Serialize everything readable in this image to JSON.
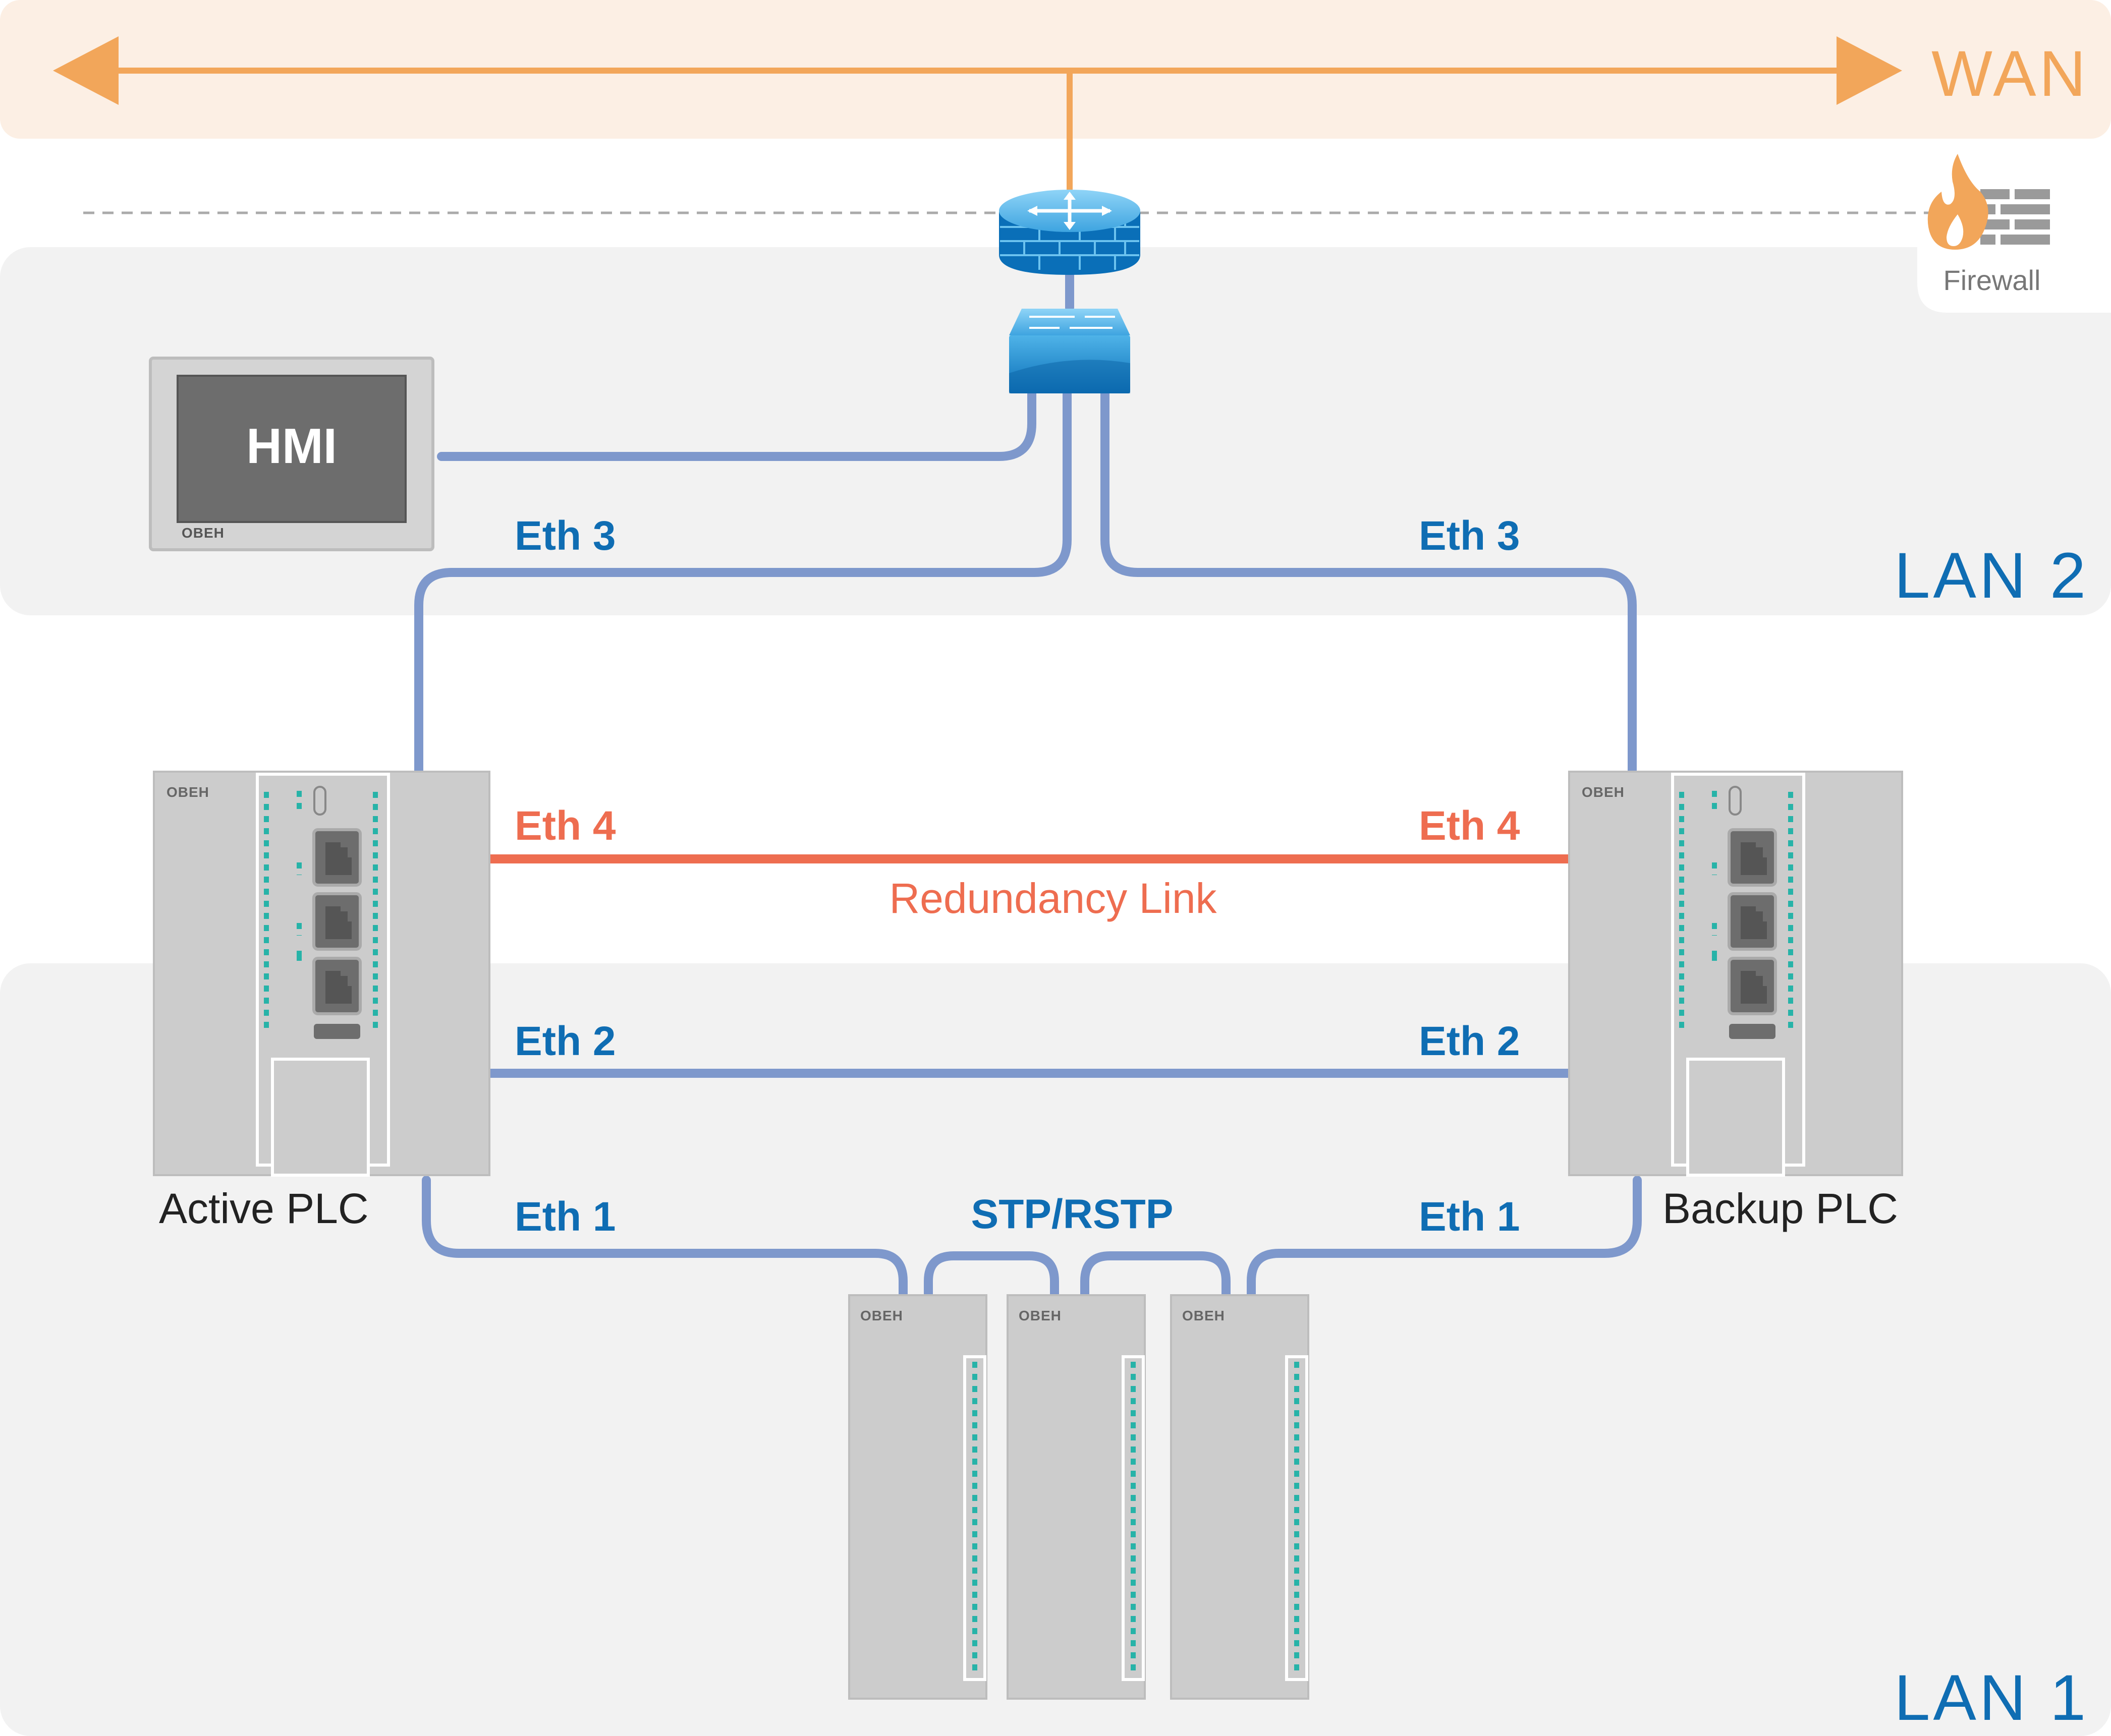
{
  "zones": {
    "wan": "WAN",
    "lan2": "LAN 2",
    "lan1": "LAN 1"
  },
  "firewall": {
    "label": "Firewall",
    "icon": "firewall-icon"
  },
  "router": {
    "icon": "router-icon"
  },
  "switch": {
    "icon": "switch-icon"
  },
  "hmi": {
    "label": "HMI",
    "brand": "OBEH"
  },
  "plcs": {
    "active": {
      "label": "Active PLC",
      "brand": "OBEH"
    },
    "backup": {
      "label": "Backup PLC",
      "brand": "OBEH"
    }
  },
  "io_modules": {
    "brand": "OBEH",
    "count": 3
  },
  "links": {
    "eth3_left": "Eth 3",
    "eth3_right": "Eth 3",
    "eth4_left": "Eth 4",
    "eth4_right": "Eth 4",
    "redundancy": "Redundancy Link",
    "eth2_left": "Eth 2",
    "eth2_right": "Eth 2",
    "eth1_left": "Eth 1",
    "eth1_right": "Eth 1",
    "stp": "STP/RSTP"
  },
  "colors": {
    "wan": "#f2a65a",
    "wan_bg": "#fcefe4",
    "lan_bg": "#f2f2f2",
    "lan_text": "#0f6db3",
    "cable": "#7e98cc",
    "redundancy": "#ee6d50",
    "device": "#cccccc",
    "led": "#27b3a8"
  }
}
